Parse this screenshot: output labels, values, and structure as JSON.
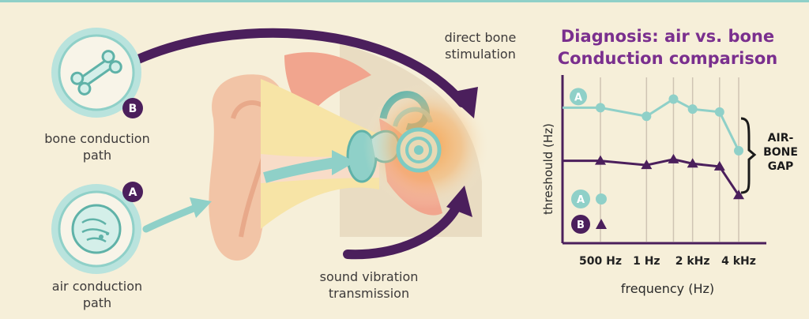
{
  "diagram": {
    "bone_path": {
      "line1": "bone conduction",
      "line2": "path",
      "badge": "B"
    },
    "air_path": {
      "line1": "air conduction",
      "line2": "path",
      "badge": "A"
    },
    "direct_bone": {
      "line1": "direct bone",
      "line2": "stimulation"
    },
    "sound_vibration": {
      "line1": "sound vibration",
      "line2": "transmission"
    }
  },
  "panel": {
    "title_line1": "Diagnosis: air vs. bone",
    "title_line2": "Conduction comparison",
    "gap_label": {
      "line1": "AIR-",
      "line2": "BONE",
      "line3": "GAP"
    },
    "legend": [
      {
        "badge": "A",
        "marker": "circle"
      },
      {
        "badge": "B",
        "marker": "triangle"
      }
    ]
  },
  "colors": {
    "teal": "#8fd0c8",
    "teal_dark": "#6bbcb3",
    "purple": "#4b1f5c",
    "title_purple": "#7a2f8e",
    "orange_glow": "#f6a04a",
    "background": "#f6efd9"
  },
  "chart_data": {
    "type": "line",
    "xlabel": "frequency (Hz)",
    "ylabel": "threshould (Hz)",
    "x_ticks": [
      "500 Hz",
      "1 Hz",
      "2 kHz",
      "4 kHz"
    ],
    "x_tick_positions": [
      500,
      1000,
      2000,
      4000
    ],
    "x": [
      500,
      1000,
      1500,
      2000,
      3000,
      4000
    ],
    "grid": true,
    "series": [
      {
        "name": "A",
        "marker": "circle",
        "color": "#8fd0c8",
        "values": [
          9.0,
          8.4,
          9.6,
          8.9,
          8.7,
          6.0
        ],
        "start": 9.0
      },
      {
        "name": "B",
        "marker": "triangle",
        "color": "#4b1f5c",
        "values": [
          5.3,
          5.0,
          5.4,
          5.1,
          4.9,
          2.9
        ],
        "start": 5.3
      }
    ],
    "ylim": [
      0,
      11
    ]
  }
}
